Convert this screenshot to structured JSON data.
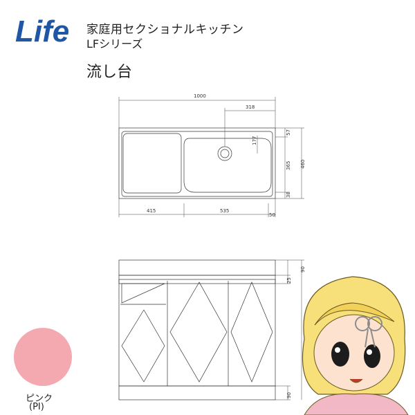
{
  "brand": {
    "logo_text": "Life",
    "logo_color": "#1f56a6"
  },
  "header": {
    "line1": "家庭用セクショナルキッチン",
    "line2": "LFシリーズ",
    "product_name": "流し台"
  },
  "top_view": {
    "dims": {
      "total_width": "1000",
      "bowl_offset": "318",
      "drain_offset": "177",
      "left_section": "415",
      "bowl_width": "535",
      "right_margin": "50",
      "back_edge": "57",
      "bowl_depth": "365",
      "front_edge": "38",
      "total_depth": "460"
    }
  },
  "front_view": {
    "dims": {
      "top_height": "90",
      "drawer_height": "25",
      "toe_kick": "90"
    }
  },
  "color": {
    "name": "ピンク",
    "code": "(PI)",
    "swatch_hex": "#f4a9b0"
  }
}
